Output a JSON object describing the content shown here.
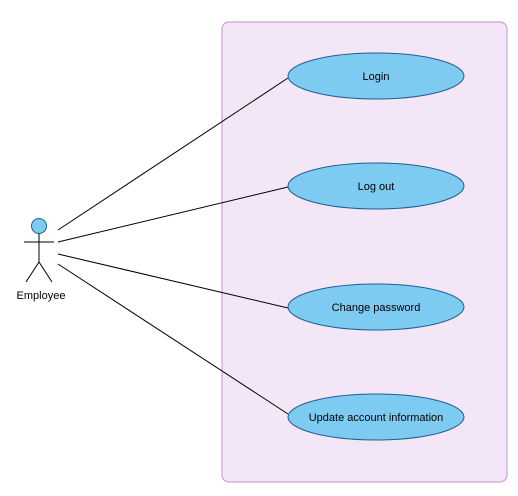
{
  "colors": {
    "boundary_fill": "#f3e6f7",
    "boundary_stroke": "#c98ad6",
    "usecase_fill": "#7ecbf2",
    "usecase_stroke": "#1f5f8f",
    "actor_head_fill": "#7ecbf2",
    "line": "#000000"
  },
  "actor": {
    "name": "Employee"
  },
  "use_cases": [
    {
      "label": "Login"
    },
    {
      "label": "Log out"
    },
    {
      "label": "Change password"
    },
    {
      "label": "Update account information"
    }
  ]
}
